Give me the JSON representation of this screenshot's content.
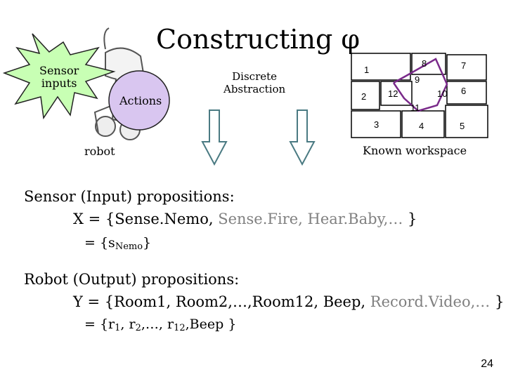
{
  "title": {
    "text": "Constructing ",
    "symbol": "φ"
  },
  "labels": {
    "sensor_inputs": "Sensor\ninputs",
    "actions": "Actions",
    "robot": "robot",
    "discrete_abstraction": "Discrete\nAbstraction",
    "known_workspace": "Known workspace"
  },
  "rooms": [
    "1",
    "2",
    "3",
    "4",
    "5",
    "6",
    "7",
    "8",
    "9",
    "10",
    "11",
    "12"
  ],
  "sensor": {
    "heading": "Sensor (Input) propositions:",
    "x_prefix": "X = {Sense.Nemo, ",
    "x_grey": "Sense.Fire, Hear.Baby,…",
    "x_suffix": " }",
    "eq_prefix": "= {s",
    "eq_sub": "Nemo",
    "eq_suffix": "}"
  },
  "robot_props": {
    "heading": "Robot (Output) propositions:",
    "y_prefix": "Y = {Room1, Room2,…,Room12, Beep, ",
    "y_grey": "Record.Video,…",
    "y_suffix": " }",
    "eq_r": "= {r",
    "eq_sub1": "1",
    "eq_comma1": ", r",
    "eq_sub2": "2",
    "eq_dots": ",…, r",
    "eq_sub3": "12",
    "eq_suffix": ",Beep }"
  },
  "slide_number": "24",
  "colors": {
    "burst_fill": "#c8ffb4",
    "actions_fill": "#d9c6f0",
    "arrow_stroke": "#4a7a82",
    "path_stroke": "#7a2a8a"
  }
}
